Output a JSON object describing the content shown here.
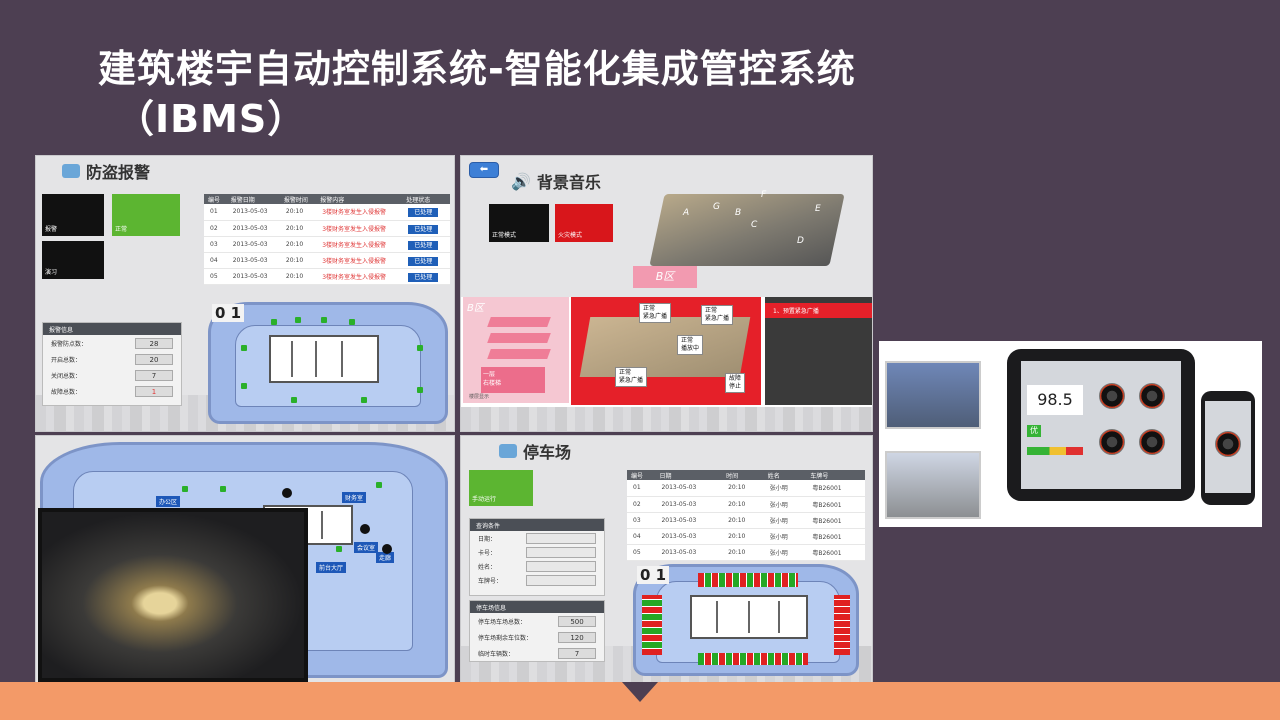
{
  "slide": {
    "title_line1": "建筑楼宇自动控制系统-智能化集成管控系统",
    "title_line2": "（IBMS）"
  },
  "panel_security": {
    "title": "防盗报警",
    "tiles": [
      "报警",
      "正常",
      "演习"
    ],
    "floor": "0 1",
    "table_headers": [
      "编号",
      "报警日期",
      "报警时间",
      "报警内容",
      "处理状态"
    ],
    "rows": [
      [
        "01",
        "2013-05-03",
        "20:10",
        "3楼财务室发生入侵报警",
        "已处理"
      ],
      [
        "02",
        "2013-05-03",
        "20:10",
        "3楼财务室发生入侵报警",
        "已处理"
      ],
      [
        "03",
        "2013-05-03",
        "20:10",
        "3楼财务室发生入侵报警",
        "已处理"
      ],
      [
        "04",
        "2013-05-03",
        "20:10",
        "3楼财务室发生入侵报警",
        "已处理"
      ],
      [
        "05",
        "2013-05-03",
        "20:10",
        "3楼财务室发生入侵报警",
        "已处理"
      ]
    ],
    "info_title": "报警信息",
    "info": [
      {
        "label": "报警防点数：",
        "value": "28"
      },
      {
        "label": "开启总数：",
        "value": "20"
      },
      {
        "label": "关闭总数：",
        "value": "7"
      },
      {
        "label": "故障总数：",
        "value": "1"
      }
    ]
  },
  "panel_music": {
    "title": "背景音乐",
    "mode_normal": "正常模式",
    "mode_fire": "火灾模式",
    "zones": [
      "A",
      "G",
      "B",
      "F",
      "C",
      "E",
      "D"
    ],
    "zone_tag": "B区",
    "bar_label": "B区",
    "stack_note": "一层\n右楼梯",
    "stack_footer": "楼层显示",
    "bubbles": [
      {
        "line1": "正常",
        "line2": "紧急广播"
      },
      {
        "line1": "正常",
        "line2": "紧急广播"
      },
      {
        "line1": "正常",
        "line2": "播放中"
      },
      {
        "line1": "正常",
        "line2": "紧急广播"
      },
      {
        "line1": "故障",
        "line2": "停止"
      }
    ],
    "list_item": "1、预置紧急广播"
  },
  "panel_cctv": {
    "labels": [
      "办公区",
      "财务室",
      "会议室",
      "前台大厅",
      "走廊"
    ]
  },
  "panel_parking": {
    "title": "停车场",
    "manual_btn": "手动运行",
    "query_title": "查询条件",
    "query_fields": [
      "日期：",
      "卡号：",
      "姓名：",
      "车牌号："
    ],
    "table_headers": [
      "编号",
      "日期",
      "时间",
      "姓名",
      "车牌号"
    ],
    "rows": [
      [
        "01",
        "2013-05-03",
        "20:10",
        "张小明",
        "粤B26001"
      ],
      [
        "02",
        "2013-05-03",
        "20:10",
        "张小明",
        "粤B26001"
      ],
      [
        "03",
        "2013-05-03",
        "20:10",
        "张小明",
        "粤B26001"
      ],
      [
        "04",
        "2013-05-03",
        "20:10",
        "张小明",
        "粤B26001"
      ],
      [
        "05",
        "2013-05-03",
        "20:10",
        "张小明",
        "粤B26001"
      ]
    ],
    "info_title": "停车场信息",
    "info": [
      {
        "label": "停车场车场总数：",
        "value": "500"
      },
      {
        "label": "停车场剩余车位数：",
        "value": "120"
      },
      {
        "label": "临时车辆数：",
        "value": "7"
      }
    ],
    "floor": "0 1"
  },
  "panel_devices": {
    "reading": "98.5",
    "status_label": "优"
  },
  "colors": {
    "background": "#4d3f52",
    "bottom_bar": "#f39a68",
    "alarm_red": "#d8161b",
    "ok_green": "#5cb531"
  }
}
